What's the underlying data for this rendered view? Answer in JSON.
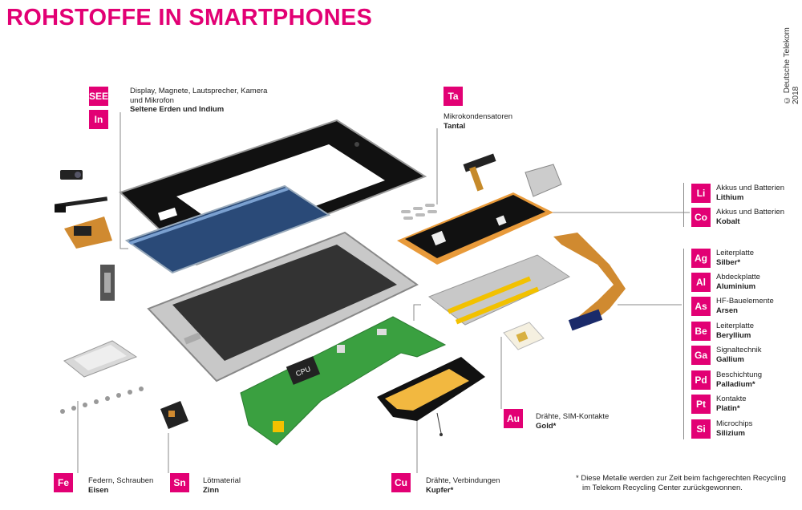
{
  "title": "ROHSTOFFE IN SMARTPHONES",
  "copyright": "© Deutsche Telekom 2018",
  "cpu_label": "CPU",
  "groups": {
    "see": {
      "symbol": "SEE",
      "symbol2": "In",
      "desc": "Display, Magnete, Lautsprecher, Kamera",
      "desc2": "und Mikrofon",
      "name": "Seltene Erden und Indium"
    },
    "ta": {
      "symbol": "Ta",
      "desc": "Mikrokondensatoren",
      "name": "Tantal"
    },
    "li": {
      "symbol": "Li",
      "desc": "Akkus und Batterien",
      "name": "Lithium"
    },
    "co": {
      "symbol": "Co",
      "desc": "Akkus und Batterien",
      "name": "Kobalt"
    },
    "ag": {
      "symbol": "Ag",
      "desc": "Leiterplatte",
      "name": "Silber*"
    },
    "al": {
      "symbol": "Al",
      "desc": "Abdeckplatte",
      "name": "Aluminium"
    },
    "as": {
      "symbol": "As",
      "desc": "HF-Bauelemente",
      "name": "Arsen"
    },
    "be": {
      "symbol": "Be",
      "desc": "Leiterplatte",
      "name": "Beryllium"
    },
    "ga": {
      "symbol": "Ga",
      "desc": "Signaltechnik",
      "name": "Gallium"
    },
    "pd": {
      "symbol": "Pd",
      "desc": "Beschichtung",
      "name": "Palladium*"
    },
    "pt": {
      "symbol": "Pt",
      "desc": "Kontakte",
      "name": "Platin*"
    },
    "si": {
      "symbol": "Si",
      "desc": "Microchips",
      "name": "Silizium"
    },
    "au": {
      "symbol": "Au",
      "desc": "Drähte, SIM-Kontakte",
      "name": "Gold*"
    },
    "fe": {
      "symbol": "Fe",
      "desc": "Federn, Schrauben",
      "name": "Eisen"
    },
    "sn": {
      "symbol": "Sn",
      "desc": "Lötmaterial",
      "name": "Zinn"
    },
    "cu": {
      "symbol": "Cu",
      "desc": "Drähte, Verbindungen",
      "name": "Kupfer*"
    }
  },
  "footnote": {
    "line1": "* Diese Metalle werden zur Zeit beim fachgerechten Recycling",
    "line2": "im Telekom Recycling Center zurückgewonnen."
  },
  "colors": {
    "accent": "#e20074"
  }
}
